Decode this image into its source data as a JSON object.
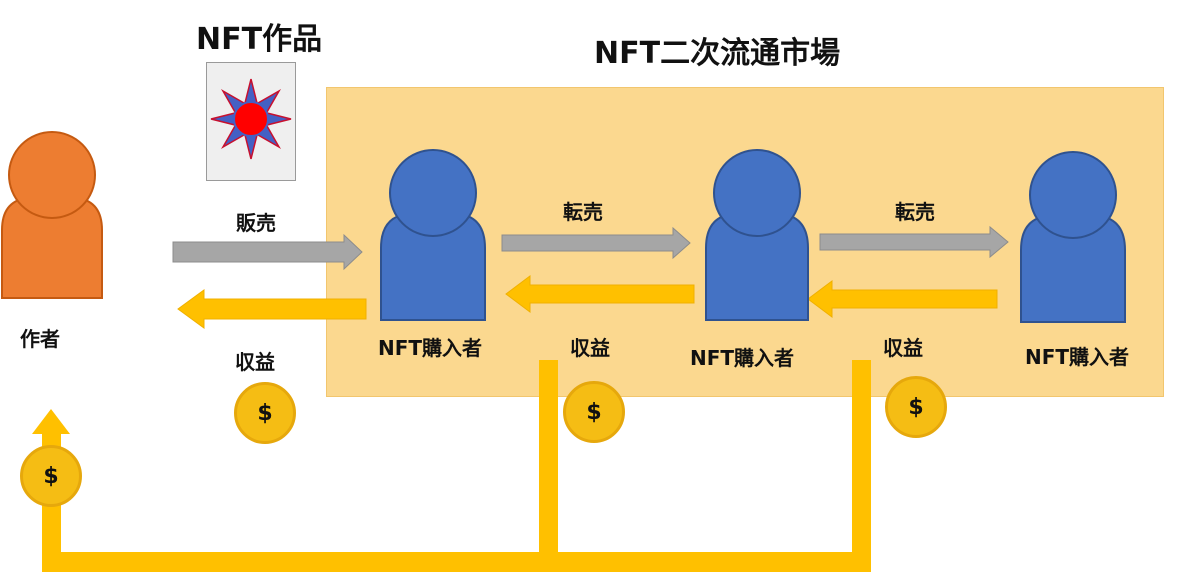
{
  "title_artwork": "NFT作品",
  "title_market": "NFT二次流通市場",
  "creator": {
    "label": "作者"
  },
  "buyers": [
    {
      "label": "NFT購入者"
    },
    {
      "label": "NFT購入者"
    },
    {
      "label": "NFT購入者"
    }
  ],
  "flows": {
    "sale": "販売",
    "resale_1": "転売",
    "resale_2": "転売",
    "revenue_1": "収益",
    "revenue_2": "収益",
    "revenue_3": "収益"
  },
  "coins": {
    "symbol": "$"
  },
  "colors": {
    "creator": "#ed7d31",
    "buyer": "#4472c4",
    "market_bg": "#fbd88f",
    "arrow_gray": "#a6a6a6",
    "arrow_gold": "#ffc000",
    "coin": "#f5bd14"
  }
}
